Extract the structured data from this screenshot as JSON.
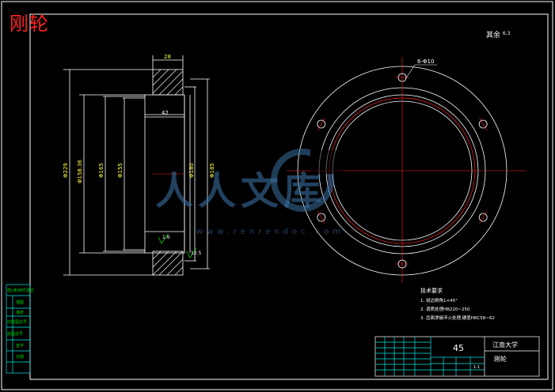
{
  "corner_title": "刚轮",
  "roughness_note": "其余 ",
  "roughness_value": "6.3",
  "hole_callout": "6-Φ10",
  "dims": {
    "top_width": "28",
    "inner_width": "42",
    "dia_1": "Φ229",
    "dia_2": "Φ158.36",
    "dia_3": "Φ165",
    "dia_4": "Φ155",
    "dia_5": "Φ180",
    "dia_6": "Φ185",
    "surf_1": "1.6",
    "surf_2": "12.5"
  },
  "tech_req": {
    "title": "技术要求",
    "items": [
      "1. 锐边倒角1×45°",
      "2. 调质处理HB220~250",
      "3. 齿面渗碳淬火处理,硬度HRC58~62"
    ]
  },
  "title_block": {
    "material": "45",
    "school": "江南大学",
    "part": "刚轮",
    "scale": "1:1"
  },
  "side_labels": [
    "借(通)用件登记",
    "描图",
    "描校",
    "旧底图总号",
    "底图总号",
    "签字",
    "日期"
  ],
  "watermark": {
    "brand": "人人文库",
    "url": "www.renrendoc.com"
  },
  "colors": {
    "frame": "#ffffff",
    "cyan": "#00e5e5",
    "red": "#ff2020",
    "green": "#00d000",
    "yellow": "#ffff40"
  }
}
